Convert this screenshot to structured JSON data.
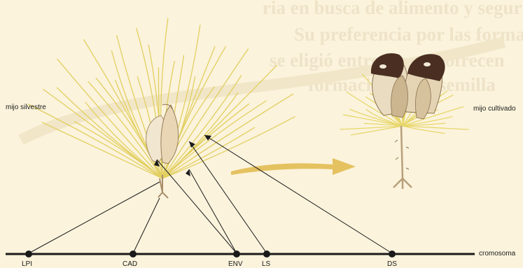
{
  "labels": {
    "left_plant": "mijo silvestre",
    "right_plant": "mijo cultivado",
    "chromosome": "cromosoma"
  },
  "markers": [
    {
      "id": "lpi",
      "label": "LPI"
    },
    {
      "id": "cad",
      "label": "CAD"
    },
    {
      "id": "env",
      "label": "ENV"
    },
    {
      "id": "ls",
      "label": "LS"
    },
    {
      "id": "ds",
      "label": "DS"
    }
  ],
  "background_text": [
    "ria en busca de alimento y seguridad",
    "Su preferencia por las formas",
    "se eligió entre las que ofrecen",
    "formación de la semilla"
  ],
  "colors": {
    "background": "#fbf3dc",
    "line": "#1a1a1a",
    "arrow": "#e0b84a",
    "bristle": "#e8d35a",
    "seed_dark": "#4a2e22"
  }
}
